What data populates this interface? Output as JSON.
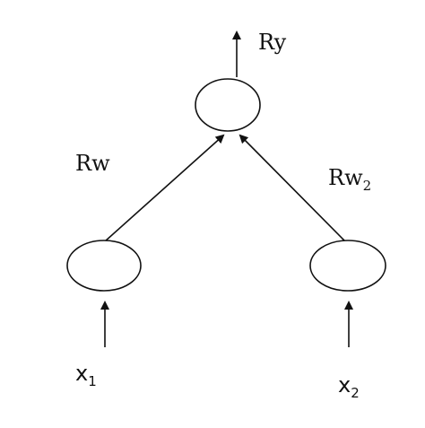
{
  "diagram": {
    "output_label": "Ry",
    "edge_left_label": "Rw",
    "edge_right_label": {
      "base": "Rw",
      "subscript": "2"
    },
    "input_left": {
      "base": "x",
      "subscript": "1"
    },
    "input_right": {
      "base": "x",
      "subscript": "2"
    },
    "nodes": [
      "output-node",
      "input-node-1",
      "input-node-2"
    ],
    "line_color": "#111111",
    "background": "#ffffff"
  }
}
